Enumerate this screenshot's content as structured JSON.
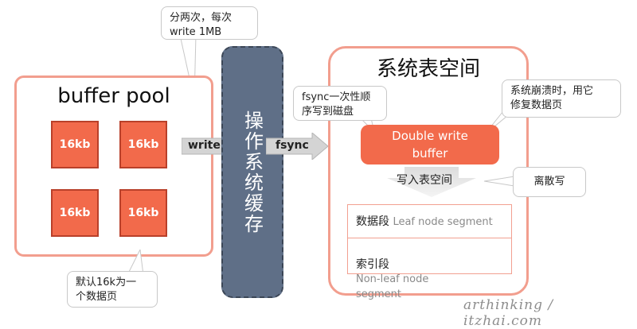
{
  "buffer_pool": {
    "title": "buffer pool",
    "pages": [
      "16kb",
      "16kb",
      "16kb",
      "16kb"
    ]
  },
  "callouts": {
    "write_twice": "分两次，每次\nwrite 1MB",
    "fsync_once": "fsync一次性顺\n序写到磁盘",
    "crash_recovery": "系统崩溃时，用它\n修复数据页",
    "discrete_write": "离散写",
    "default_page": "默认16k为一\n个数据页"
  },
  "os_cache": {
    "label": "操作系统缓存"
  },
  "arrows": {
    "write": "write",
    "fsync": "fsync"
  },
  "system_tablespace": {
    "title": "系统表空间",
    "doublewrite": "Double write\nbuffer",
    "write_into": "写入表空间",
    "segments": [
      {
        "name": "数据段",
        "desc": "Leaf node segment"
      },
      {
        "name": "索引段",
        "desc": "Non-leaf node\nsegment"
      }
    ]
  },
  "watermark": "arthinking / itzhai.com"
}
